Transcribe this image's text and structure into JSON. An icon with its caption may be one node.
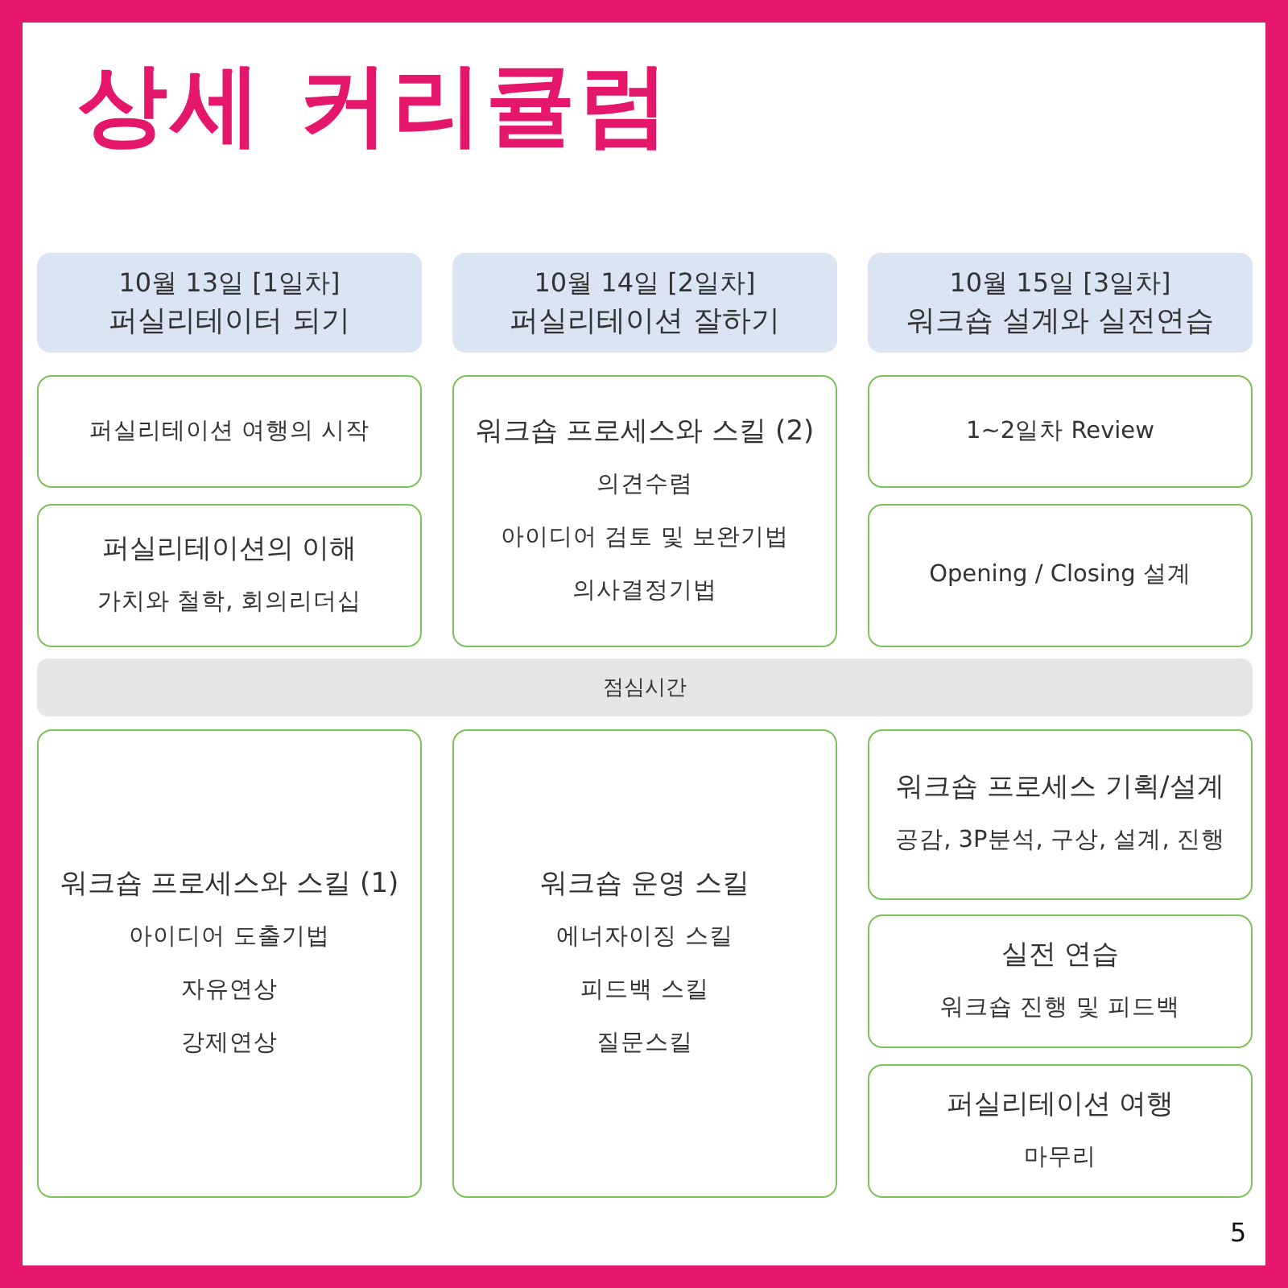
{
  "diagram": {
    "title": "상세 커리큘럼",
    "nodes": [
      {
        "text": [
          "10월 13일 [1일차]",
          "퍼실리테이터 되기"
        ]
      },
      {
        "text": [
          "10월 14일 [2일차]",
          "퍼실리테이션 잘하기"
        ]
      },
      {
        "text": [
          "10월 15일 [3일차]",
          "워크숍 설계와 실전연습"
        ]
      },
      {
        "text": [
          "퍼실리테이션 여행의 시작"
        ]
      },
      {
        "text": [
          "워크숍 프로세스와 스킬 (2)",
          "의견수렴",
          "아이디어 검토 및 보완기법",
          "의사결정기법"
        ]
      },
      {
        "text": [
          "1~2일차 Review"
        ]
      },
      {
        "text": [
          "퍼실리테이션의 이해",
          "가치와 철학, 회의리더십"
        ]
      },
      {
        "text": [
          "Opening / Closing 설계"
        ]
      },
      {
        "text": [
          "점심시간"
        ]
      },
      {
        "text": [
          "워크숍 프로세스와 스킬 (1)",
          "아이디어 도출기법",
          "자유연상",
          "강제연상"
        ]
      },
      {
        "text": [
          "워크숍 운영 스킬",
          "에너자이징 스킬",
          "피드백 스킬",
          "질문스킬"
        ]
      },
      {
        "text": [
          "워크숍 프로세스 기획/설계",
          "공감, 3P분석, 구상, 설계, 진행"
        ]
      },
      {
        "text": [
          "실전 연습",
          "워크숍 진행 및 피드백"
        ]
      },
      {
        "text": [
          "퍼실리테이션 여행",
          "마무리"
        ]
      }
    ],
    "labels": [
      "5"
    ]
  }
}
